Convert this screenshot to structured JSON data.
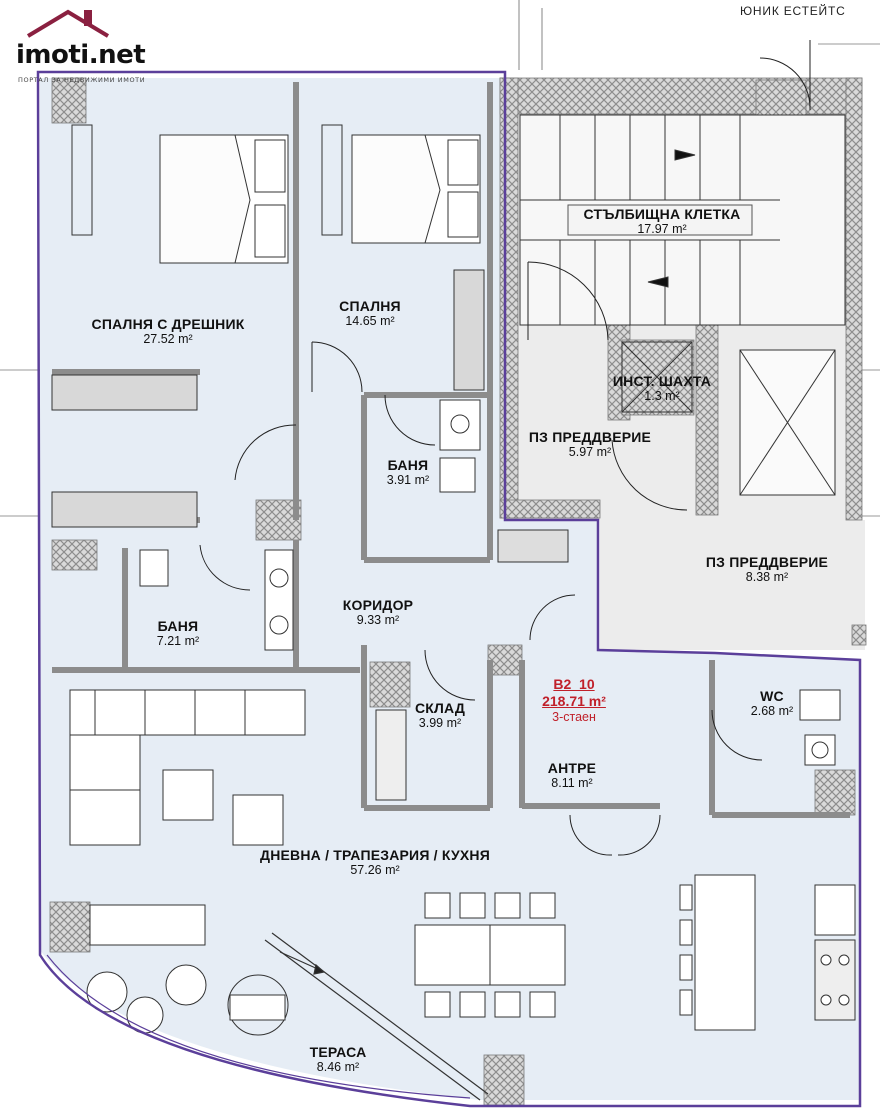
{
  "logo": {
    "name": "imoti.net",
    "tagline": "ПОРТАЛ ЗА НЕДВИЖИМИ ИМОТИ"
  },
  "builder": "ЮНИК ЕСТЕЙТС",
  "unit": {
    "id": "B2_10",
    "area": "218.71 m²",
    "rooms": "3-стаен"
  },
  "rooms": {
    "master_bedroom": {
      "name": "СПАЛНЯ С ДРЕШНИК",
      "area": "27.52 m²"
    },
    "bedroom": {
      "name": "СПАЛНЯ",
      "area": "14.65 m²"
    },
    "bath_small": {
      "name": "БАНЯ",
      "area": "3.91 m²"
    },
    "bath_large": {
      "name": "БАНЯ",
      "area": "7.21 m²"
    },
    "corridor": {
      "name": "КОРИДОР",
      "area": "9.33 m²"
    },
    "storage": {
      "name": "СКЛАД",
      "area": "3.99 m²"
    },
    "entrance": {
      "name": "АНТРЕ",
      "area": "8.11 m²"
    },
    "wc": {
      "name": "WC",
      "area": "2.68 m²"
    },
    "living": {
      "name": "ДНЕВНА / ТРАПЕЗАРИЯ / КУХНЯ",
      "area": "57.26 m²"
    },
    "terrace": {
      "name": "ТЕРАСА",
      "area": "8.46 m²"
    },
    "staircase": {
      "name": "СТЪЛБИЩНА КЛЕТКА",
      "area": "17.97 m²"
    },
    "shaft": {
      "name": "ИНСТ. ШАХТА",
      "area": "1.3 m²"
    },
    "lobby_small": {
      "name": "ПЗ ПРЕДДВЕРИЕ",
      "area": "5.97 m²"
    },
    "lobby_large": {
      "name": "ПЗ ПРЕДДВЕРИЕ",
      "area": "8.38 m²"
    }
  },
  "colors": {
    "floor": "#e6edf5",
    "common": "#ececec",
    "outline": "#5b3f9a",
    "wall": "#9a9a9a",
    "accent": "#c0202a"
  }
}
